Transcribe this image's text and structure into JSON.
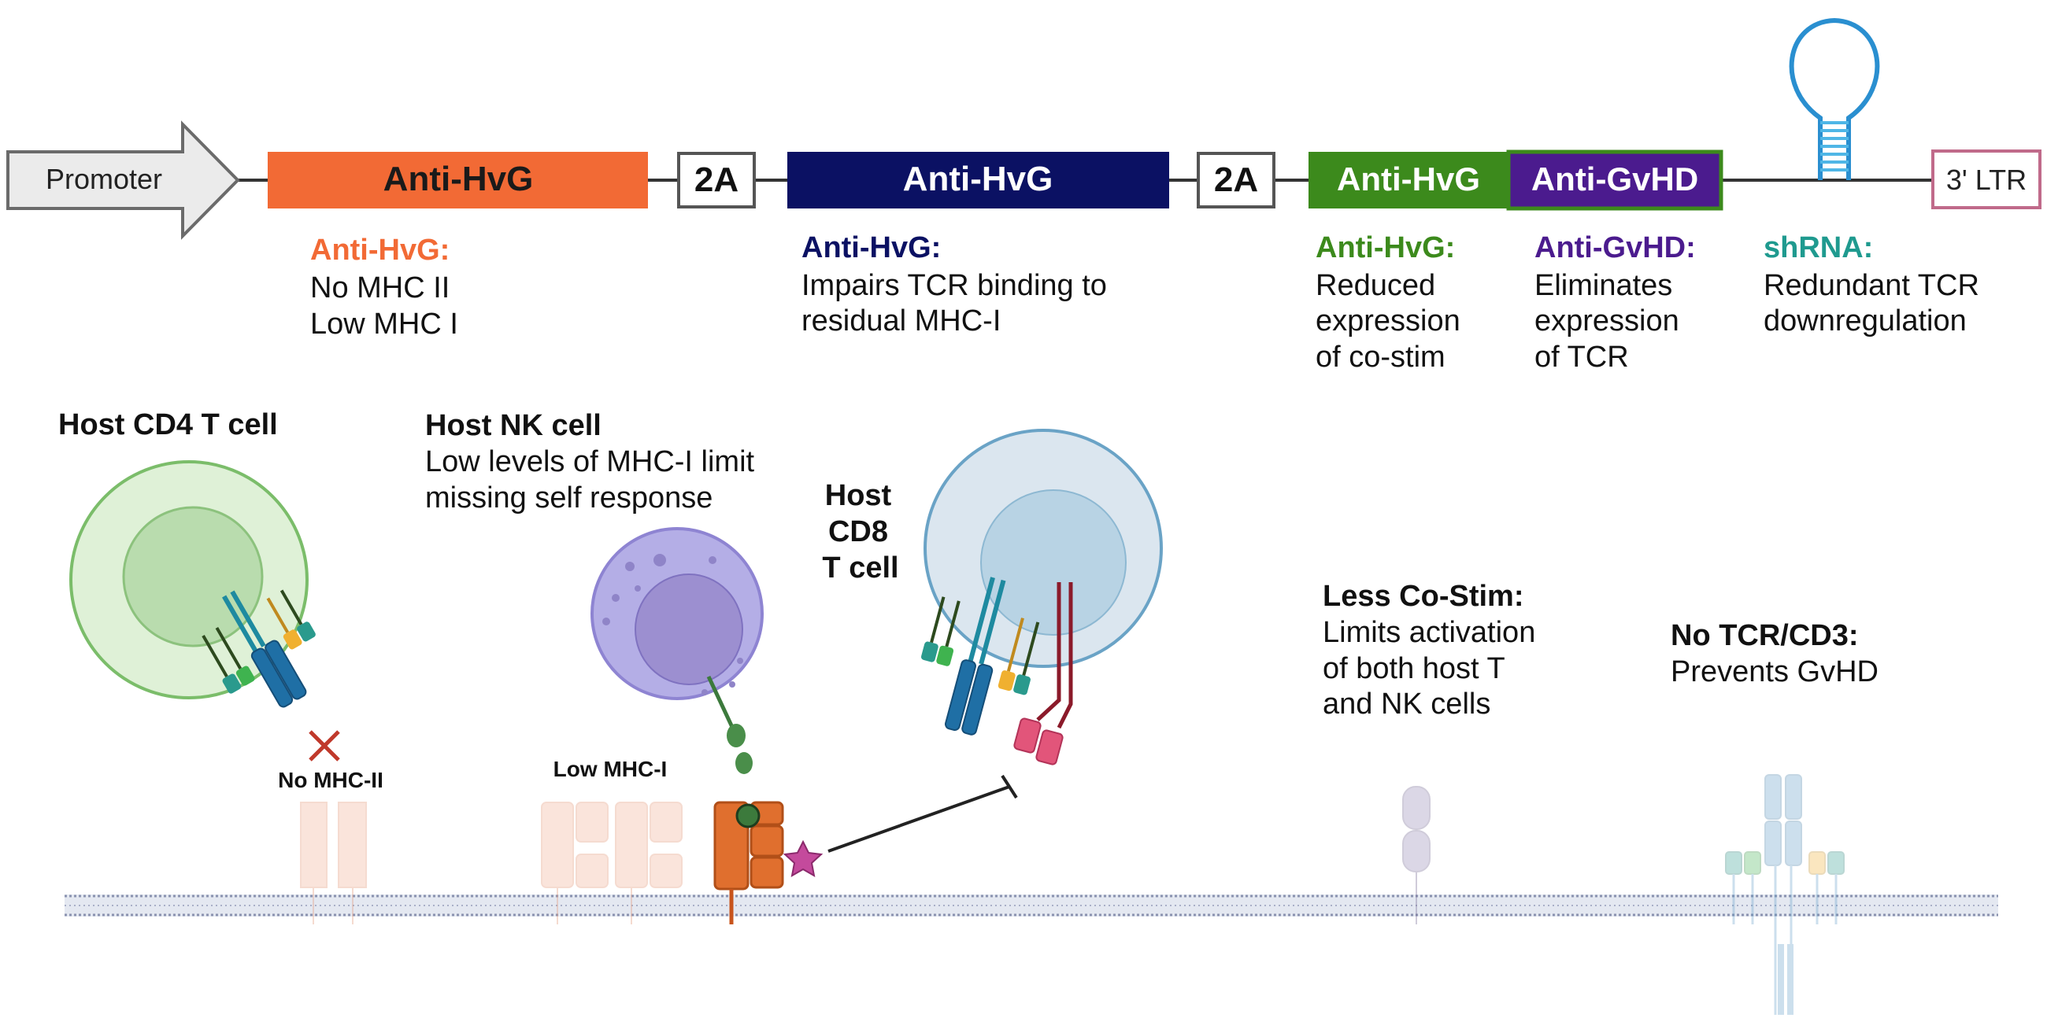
{
  "construct": {
    "promoter": "Promoter",
    "segment1": "Anti-HvG",
    "linker1": "2A",
    "segment2": "Anti-HvG",
    "linker2": "2A",
    "segment3a": "Anti-HvG",
    "segment3b": "Anti-GvHD",
    "ltr": "3' LTR"
  },
  "annotations": {
    "a1": {
      "title": "Anti-HvG:",
      "lines": [
        "No MHC II",
        "Low MHC I"
      ]
    },
    "a2": {
      "title": "Anti-HvG:",
      "lines": [
        "Impairs TCR binding to",
        "residual MHC-I"
      ]
    },
    "a3": {
      "title": "Anti-HvG:",
      "lines": [
        "Reduced",
        "expression",
        "of co-stim"
      ]
    },
    "a4": {
      "title": "Anti-GvHD:",
      "lines": [
        "Eliminates",
        "expression",
        "of TCR"
      ]
    },
    "a5": {
      "title": "shRNA:",
      "lines": [
        "Redundant TCR",
        "downregulation"
      ]
    }
  },
  "cells": {
    "cd4_title": "Host CD4 T cell",
    "nk_title": "Host NK cell",
    "nk_desc": [
      "Low levels of MHC-I limit",
      "missing self response"
    ],
    "cd8_title": [
      "Host",
      "CD8",
      "T cell"
    ]
  },
  "membrane_labels": {
    "no_mhc2": "No MHC-II",
    "low_mhc1": "Low MHC-I"
  },
  "effects": {
    "costim_title": "Less Co-Stim:",
    "costim_lines": [
      "Limits activation",
      "of both host T",
      "and NK cells"
    ],
    "tcr_title": "No TCR/CD3:",
    "tcr_lines": [
      "Prevents GvHD"
    ]
  },
  "colors": {
    "orange": "#f26a35",
    "navy": "#0b1163",
    "green": "#3c8a1c",
    "purple": "#4b1b8e",
    "teal": "#1f9a8f",
    "shrna": "#2a8fd0",
    "ltr_border": "#c06a8a"
  }
}
